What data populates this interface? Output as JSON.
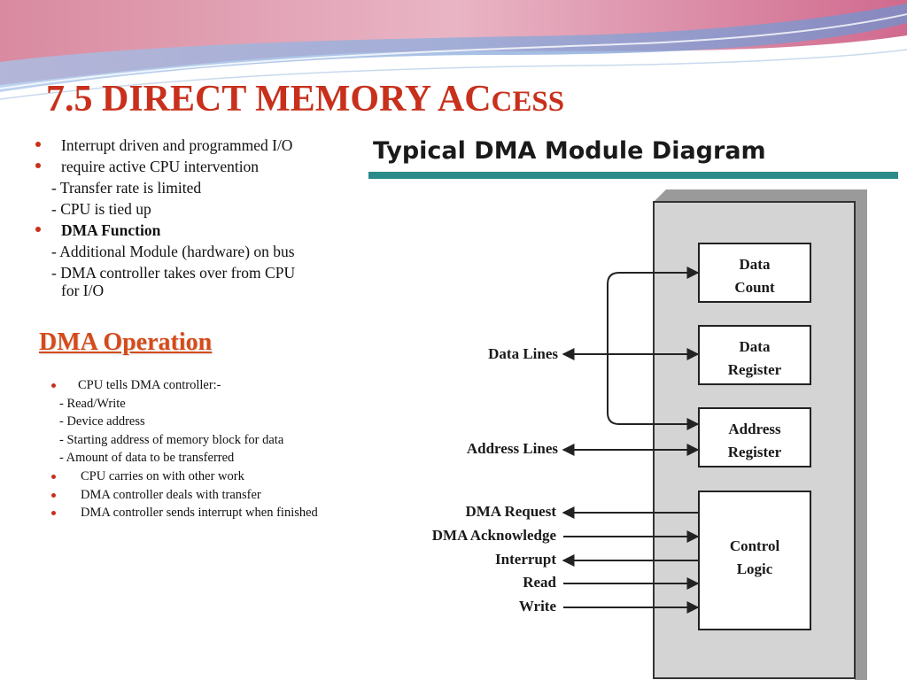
{
  "slide": {
    "title_main": "7.5  DIRECT MEMORY AC",
    "title_tail": "CESS",
    "bullets": [
      {
        "text": "Interrupt driven and programmed I/O"
      },
      {
        "text": "require active CPU intervention"
      },
      {
        "text": "- Transfer rate is limited"
      },
      {
        "text": "- CPU is tied up"
      },
      {
        "text": "DMA Function"
      },
      {
        "text": "-  Additional Module (hardware) on bus"
      },
      {
        "text": "- DMA controller takes over from CPU"
      },
      {
        "text": "for I/O"
      }
    ],
    "subheading": "DMA Operation",
    "operation_items": [
      {
        "text": "CPU tells DMA controller:-"
      },
      {
        "text": "- Read/Write"
      },
      {
        "text": "- Device address"
      },
      {
        "text": "- Starting address of memory block for data"
      },
      {
        "text": "- Amount of data to be transferred"
      },
      {
        "text": "CPU carries on with other work"
      },
      {
        "text": "DMA controller deals with transfer"
      },
      {
        "text": "DMA controller sends interrupt when finished"
      }
    ]
  },
  "diagram": {
    "title": "Typical DMA Module Diagram",
    "blocks": [
      {
        "line1": "Data",
        "line2": "Count"
      },
      {
        "line1": "Data",
        "line2": "Register"
      },
      {
        "line1": "Address",
        "line2": "Register"
      },
      {
        "line1": "Control",
        "line2": "Logic"
      }
    ],
    "signals": [
      {
        "label": "Data Lines",
        "direction": "bidirectional"
      },
      {
        "label": "Address Lines",
        "direction": "bidirectional"
      },
      {
        "label": "DMA Request",
        "direction": "out"
      },
      {
        "label": "DMA Acknowledge",
        "direction": "in"
      },
      {
        "label": "Interrupt",
        "direction": "out"
      },
      {
        "label": "Read",
        "direction": "in"
      },
      {
        "label": "Write",
        "direction": "in"
      }
    ]
  },
  "colors": {
    "title": "#c8301c",
    "subheading": "#d64a1a",
    "bullet": "#c8301c",
    "accent_bar": "#2b8a8a",
    "module_fill": "#d4d4d4",
    "module_shadow": "#9a9a9a"
  }
}
